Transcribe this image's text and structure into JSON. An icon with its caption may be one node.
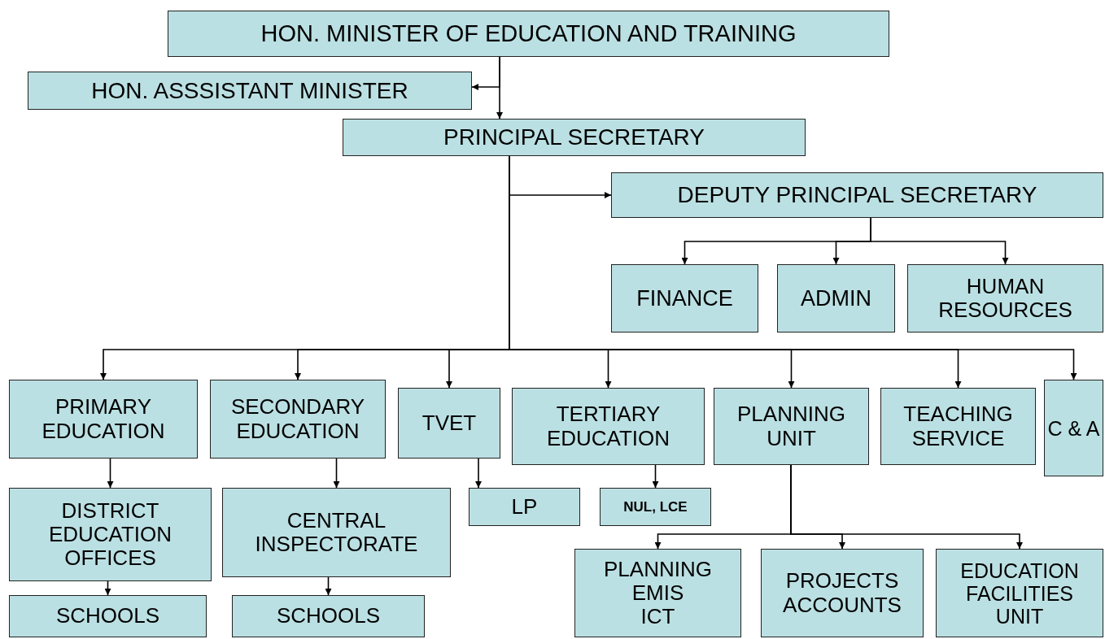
{
  "diagram": {
    "nodes": [
      {
        "text": [
          "HON. MINISTER OF EDUCATION AND TRAINING"
        ]
      },
      {
        "text": [
          "HON. ASSSISTANT MINISTER"
        ]
      },
      {
        "text": [
          "PRINCIPAL SECRETARY"
        ]
      },
      {
        "text": [
          "DEPUTY PRINCIPAL SECRETARY"
        ]
      },
      {
        "text": [
          "FINANCE"
        ]
      },
      {
        "text": [
          "ADMIN"
        ]
      },
      {
        "text": [
          "HUMAN RESOURCES"
        ]
      },
      {
        "text": [
          "PRIMARY EDUCATION"
        ]
      },
      {
        "text": [
          "SECONDARY EDUCATION"
        ]
      },
      {
        "text": [
          "TVET"
        ]
      },
      {
        "text": [
          "TERTIARY EDUCATION"
        ]
      },
      {
        "text": [
          "PLANNING UNIT"
        ]
      },
      {
        "text": [
          "TEACHING SERVICE"
        ]
      },
      {
        "text": [
          "C & A"
        ]
      },
      {
        "text": [
          "DISTRICT EDUCATION OFFICES"
        ]
      },
      {
        "text": [
          "CENTRAL INSPECTORATE"
        ]
      },
      {
        "text": [
          "LP"
        ]
      },
      {
        "text": [
          "NUL, LCE"
        ]
      },
      {
        "text": [
          "SCHOOLS"
        ]
      },
      {
        "text": [
          "SCHOOLS"
        ]
      },
      {
        "text": [
          "PLANNING EMIS ICT"
        ]
      },
      {
        "text": [
          "PROJECTS ACCOUNTS"
        ]
      },
      {
        "text": [
          "EDUCATION FACILITIES UNIT"
        ]
      }
    ],
    "edges": [
      {
        "from": 0,
        "to": 1,
        "arrow": "to"
      },
      {
        "from": 0,
        "to": 2,
        "arrow": "to"
      },
      {
        "from": 2,
        "to": 3,
        "arrow": "to"
      },
      {
        "from": 3,
        "to": 4,
        "arrow": "to"
      },
      {
        "from": 3,
        "to": 5,
        "arrow": "to"
      },
      {
        "from": 3,
        "to": 6,
        "arrow": "to"
      },
      {
        "from": 2,
        "to": 7,
        "arrow": "to"
      },
      {
        "from": 2,
        "to": 8,
        "arrow": "to"
      },
      {
        "from": 2,
        "to": 9,
        "arrow": "to"
      },
      {
        "from": 2,
        "to": 10,
        "arrow": "to"
      },
      {
        "from": 2,
        "to": 11,
        "arrow": "to"
      },
      {
        "from": 2,
        "to": 12,
        "arrow": "to"
      },
      {
        "from": 2,
        "to": 13,
        "arrow": "to"
      },
      {
        "from": 7,
        "to": 14,
        "arrow": "to"
      },
      {
        "from": 14,
        "to": 18,
        "arrow": "to"
      },
      {
        "from": 8,
        "to": 15,
        "arrow": "to"
      },
      {
        "from": 15,
        "to": 19,
        "arrow": "to"
      },
      {
        "from": 9,
        "to": 16,
        "arrow": "to"
      },
      {
        "from": 10,
        "to": 17,
        "arrow": "to"
      },
      {
        "from": 11,
        "to": 20,
        "arrow": "to"
      },
      {
        "from": 11,
        "to": 21,
        "arrow": "to"
      },
      {
        "from": 11,
        "to": 22,
        "arrow": "to"
      }
    ]
  }
}
